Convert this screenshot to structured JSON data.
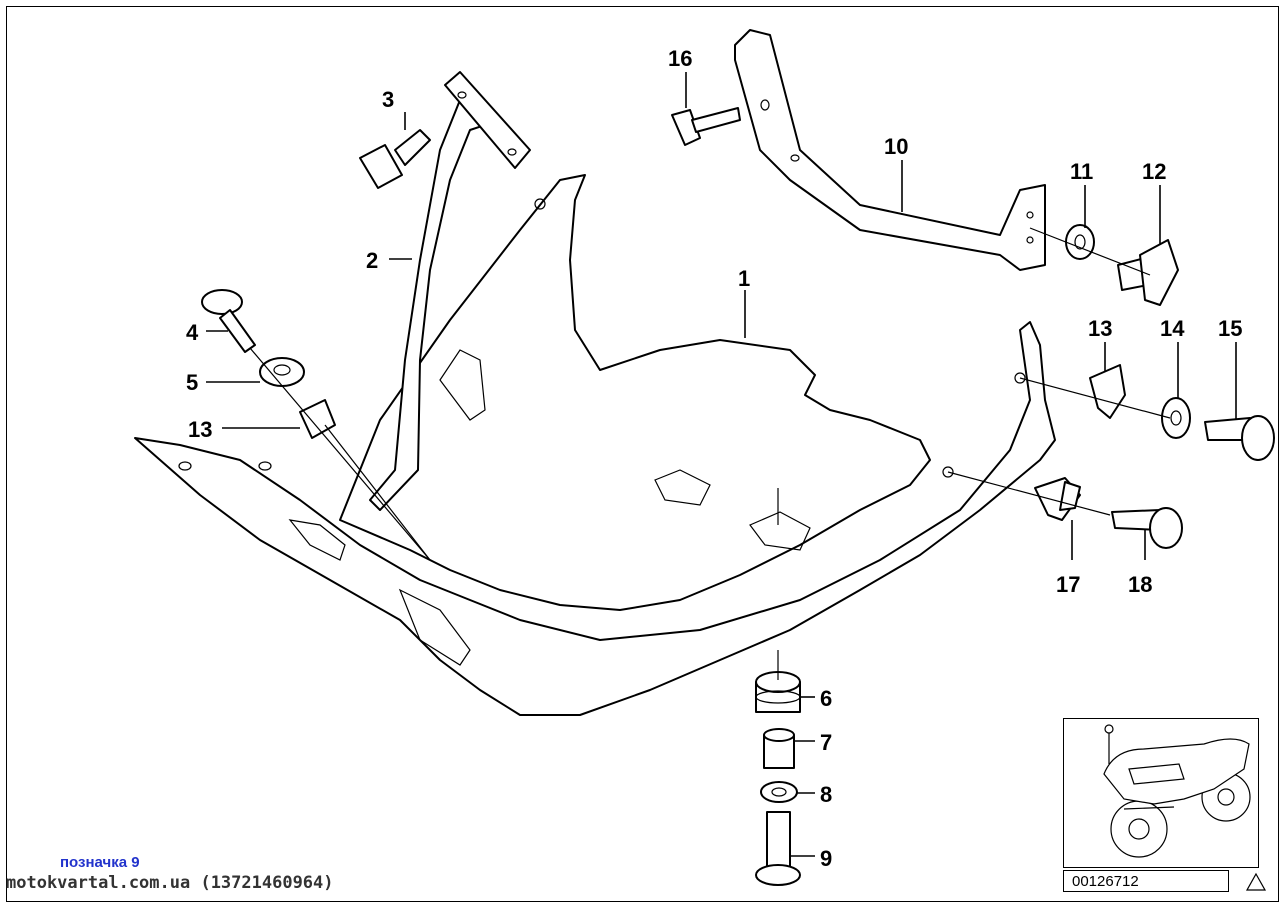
{
  "labels": {
    "l1": "1",
    "l2": "2",
    "l3": "3",
    "l4": "4",
    "l5": "5",
    "l6": "6",
    "l7": "7",
    "l8": "8",
    "l9": "9",
    "l10": "10",
    "l11": "11",
    "l12": "12",
    "l13a": "13",
    "l13b": "13",
    "l14": "14",
    "l15": "15",
    "l16": "16",
    "l17": "17",
    "l18": "18"
  },
  "reference_number": "00126712",
  "watermark": {
    "line1": "позначка 9",
    "line2": "motokvartal.com.ua (13721460964)"
  }
}
